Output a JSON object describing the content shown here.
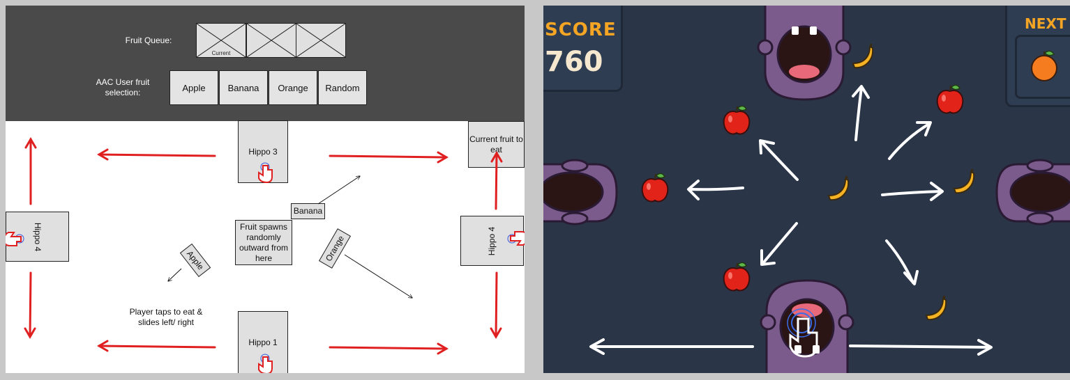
{
  "wireframe": {
    "fruit_queue_label": "Fruit Queue:",
    "queue_current_label": "Current",
    "aac_selection_label": "AAC User fruit selection:",
    "selection_buttons": [
      "Apple",
      "Banana",
      "Orange",
      "Random"
    ],
    "current_fruit_label": "Current fruit to eat",
    "spawn_text": "Fruit spawns randomly outward from here",
    "player_instruction": "Player taps to eat & slides left/ right",
    "fruit_labels": {
      "banana": "Banana",
      "apple": "Apple",
      "orange": "Orange"
    },
    "hippos": {
      "top": "Hippo 3",
      "bottom": "Hippo 1",
      "left": "Hippo 4",
      "right": "Hippo 4"
    },
    "colors": {
      "header_bg": "#4a4a4a",
      "box_fill": "#e0e0e0",
      "arrow_red": "#e02020"
    }
  },
  "game": {
    "score_label": "SCORE",
    "score_value": "760",
    "next_label": "NEXT",
    "colors": {
      "background": "#2a3547",
      "accent": "#f5a524",
      "hippo": "#7b5a8c"
    }
  }
}
